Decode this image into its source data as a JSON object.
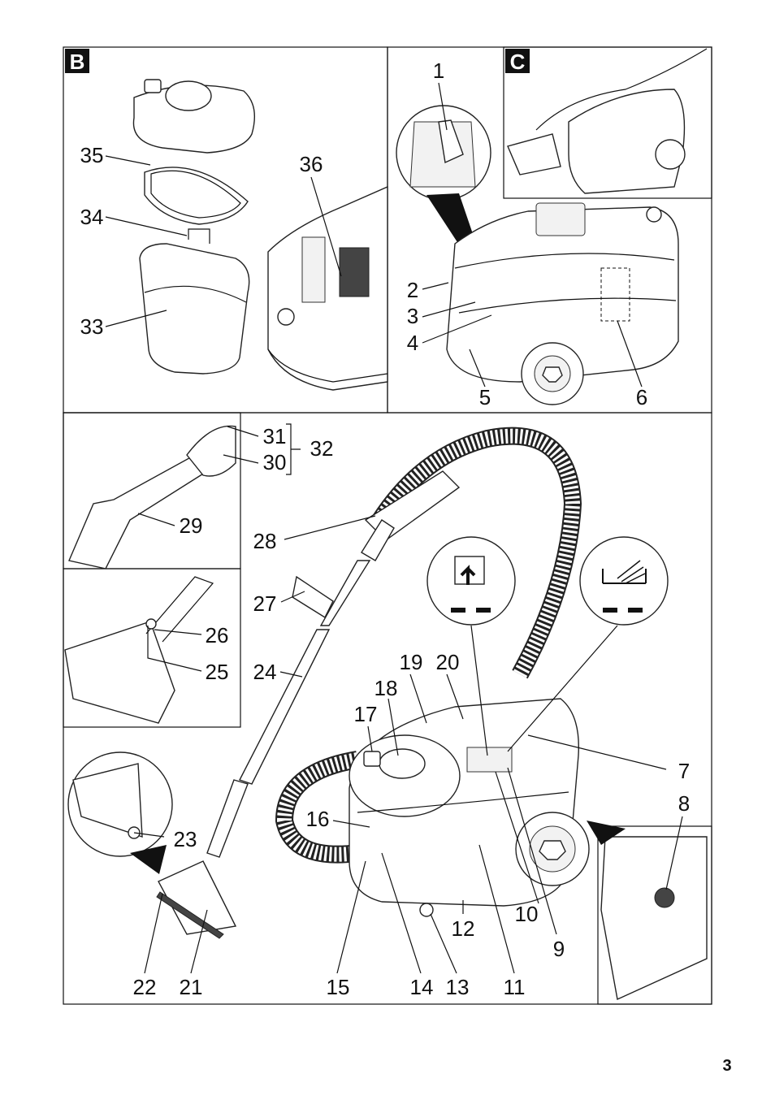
{
  "page_number": "3",
  "panels": {
    "B": {
      "tag": "B"
    },
    "C": {
      "tag": "C"
    }
  },
  "callouts": [
    "1",
    "2",
    "3",
    "4",
    "5",
    "6",
    "7",
    "8",
    "9",
    "10",
    "11",
    "12",
    "13",
    "14",
    "15",
    "16",
    "17",
    "18",
    "19",
    "20",
    "21",
    "22",
    "23",
    "24",
    "25",
    "26",
    "27",
    "28",
    "29",
    "30",
    "31",
    "32",
    "33",
    "34",
    "35",
    "36"
  ]
}
